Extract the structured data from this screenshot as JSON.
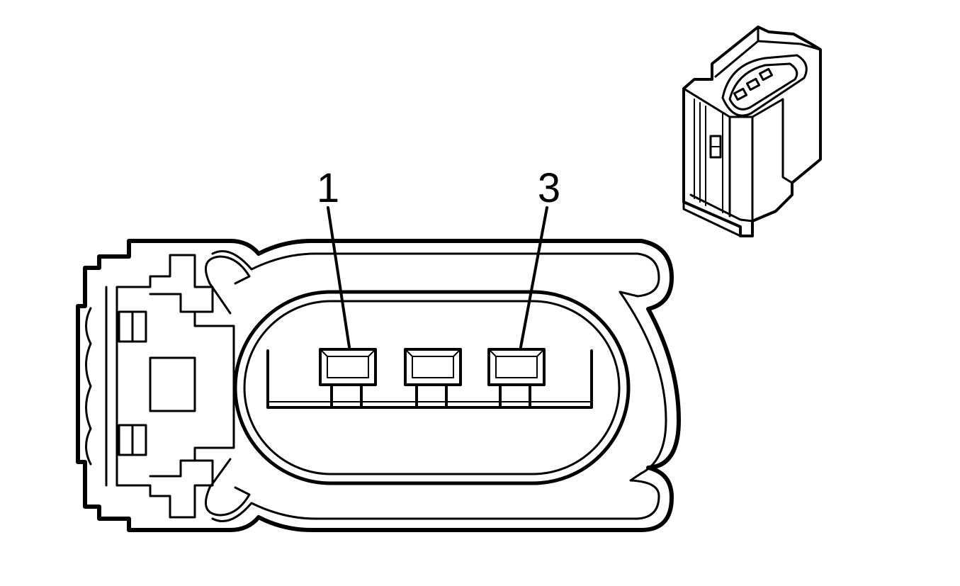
{
  "diagram": {
    "pin_labels": [
      {
        "id": "pin-1",
        "text": "1"
      },
      {
        "id": "pin-3",
        "text": "3"
      }
    ],
    "colors": {
      "line": "#000000",
      "background": "#ffffff"
    }
  }
}
